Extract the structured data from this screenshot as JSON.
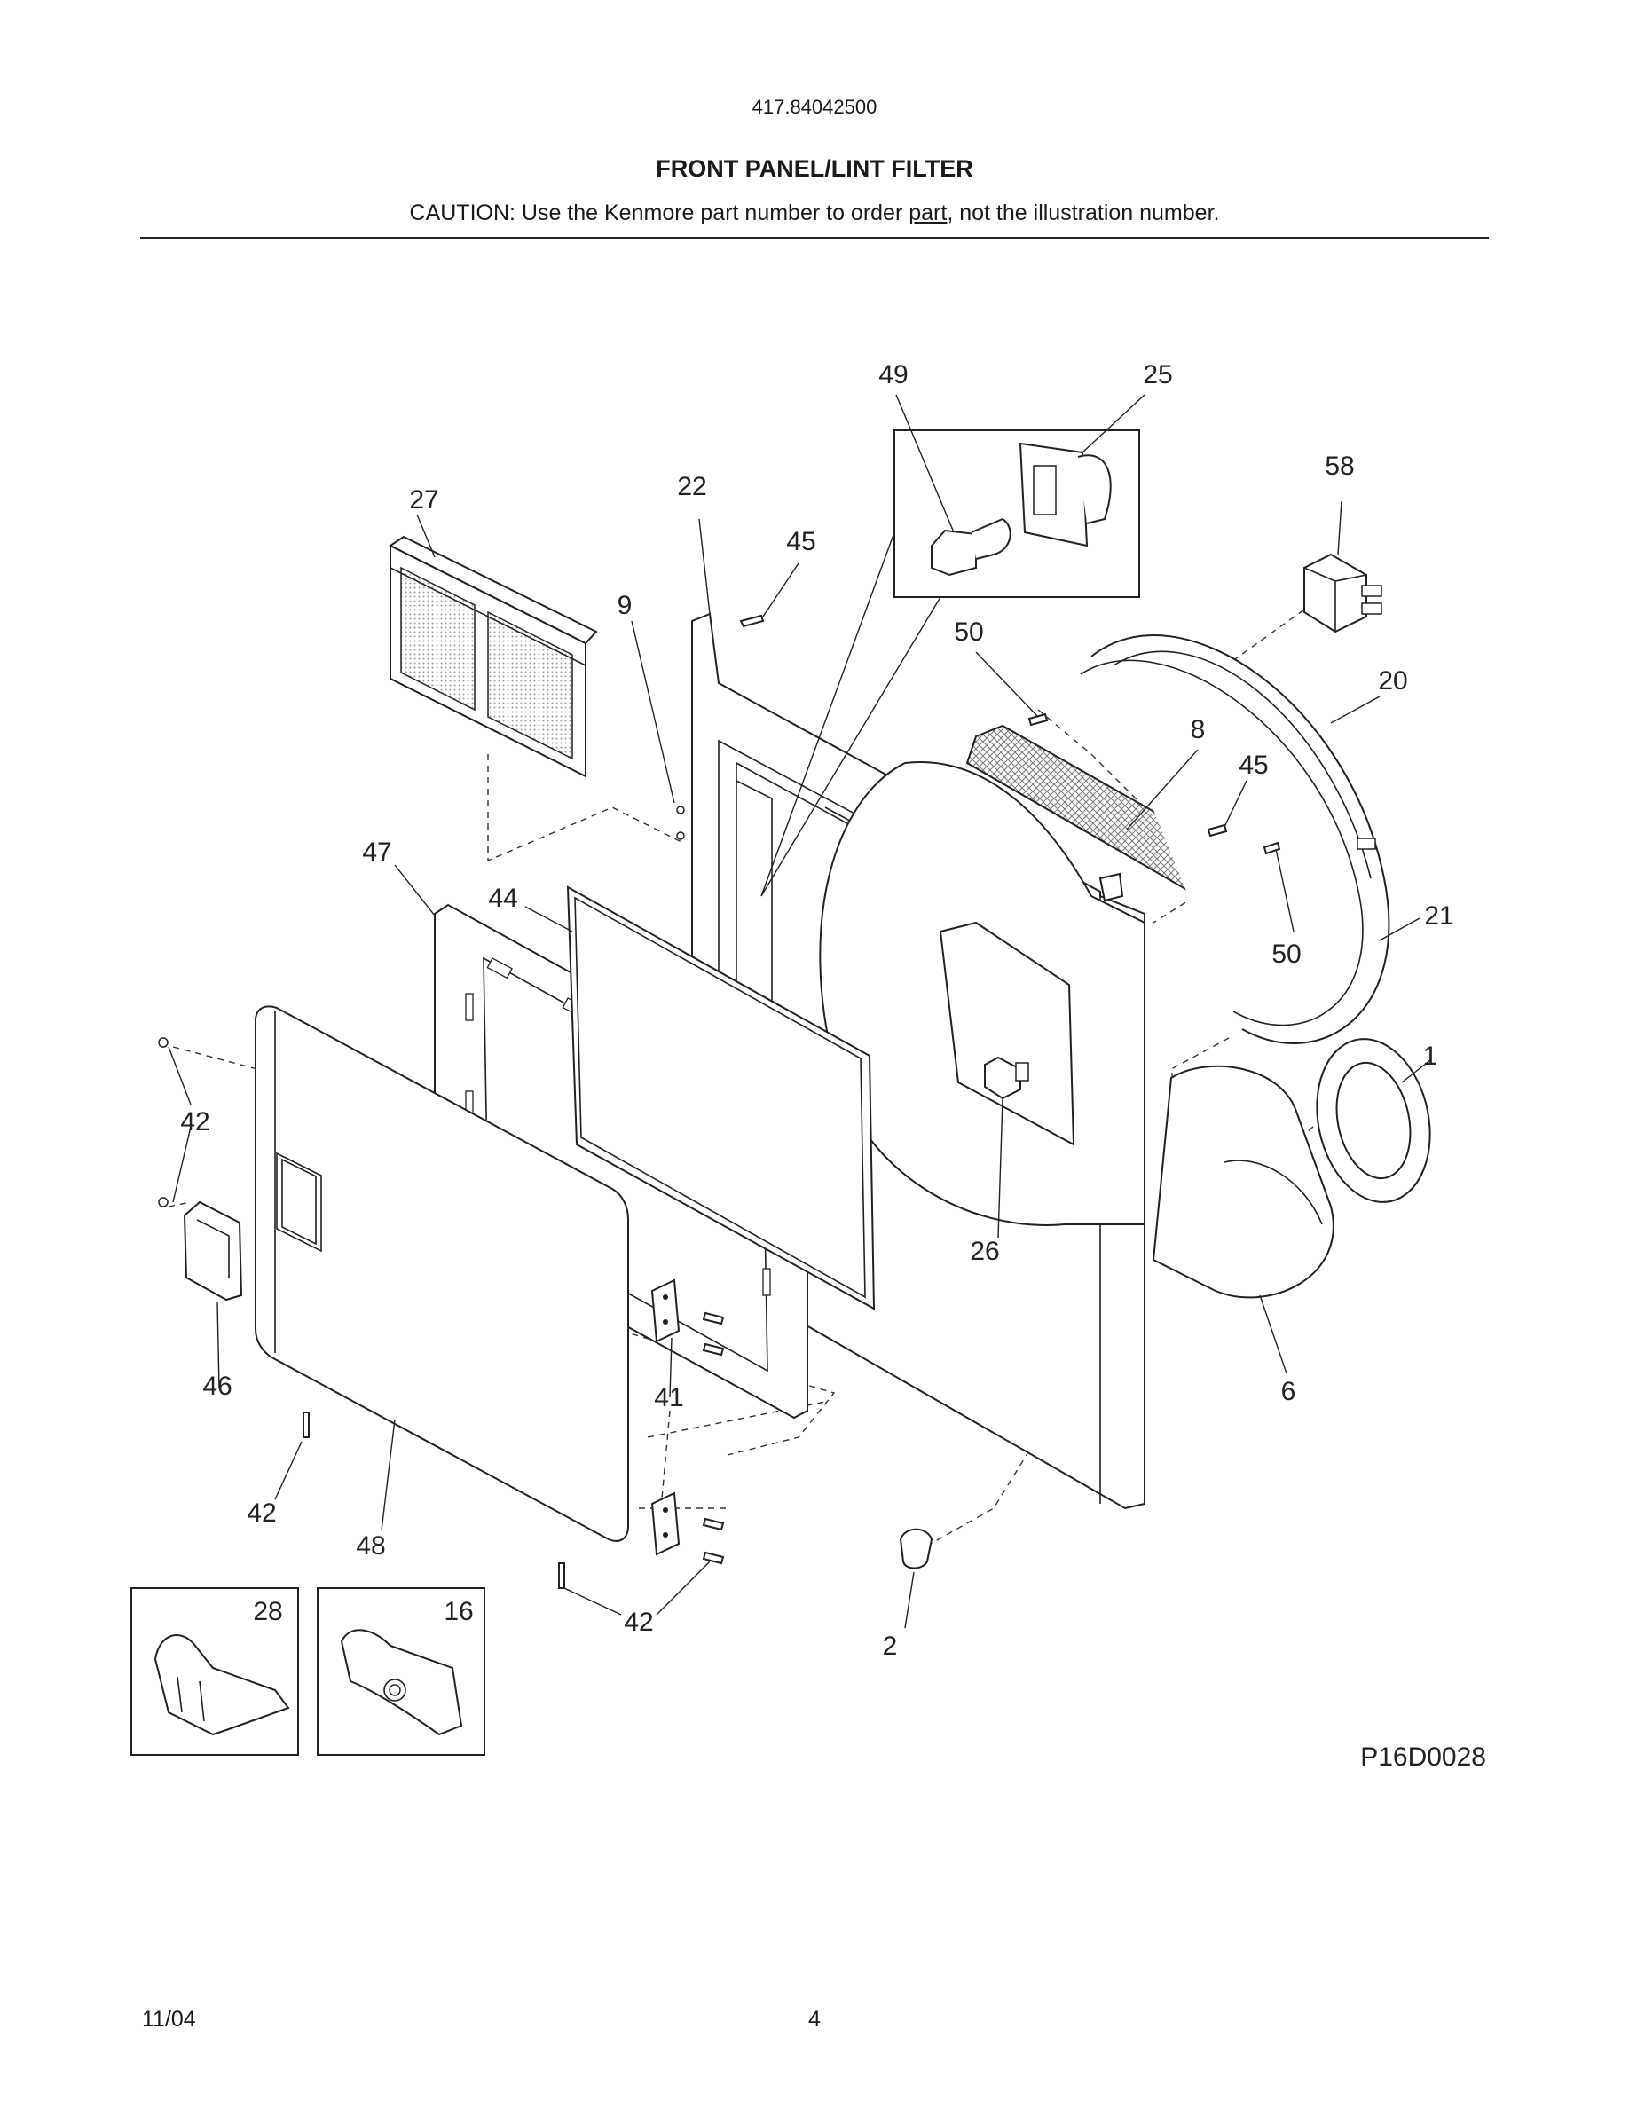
{
  "header": {
    "model_number": "417.84042500",
    "section_title": "FRONT PANEL/LINT FILTER",
    "caution_before": "CAUTION: Use the Kenmore part number to order ",
    "caution_underlined": "part",
    "caution_after": ", not the illustration number."
  },
  "diagram": {
    "part_labels": {
      "p1": "1",
      "p2": "2",
      "p6": "6",
      "p8": "8",
      "p9": "9",
      "p16": "16",
      "p20": "20",
      "p21": "21",
      "p22": "22",
      "p25": "25",
      "p26": "26",
      "p27": "27",
      "p28": "28",
      "p41": "41",
      "p42a": "42",
      "p42b": "42",
      "p42c": "42",
      "p44": "44",
      "p45a": "45",
      "p45b": "45",
      "p46": "46",
      "p47": "47",
      "p48": "48",
      "p49": "49",
      "p50a": "50",
      "p50b": "50",
      "p58": "58"
    },
    "drawing_code": "P16D0028"
  },
  "footer": {
    "date": "11/04",
    "page_number": "4"
  }
}
